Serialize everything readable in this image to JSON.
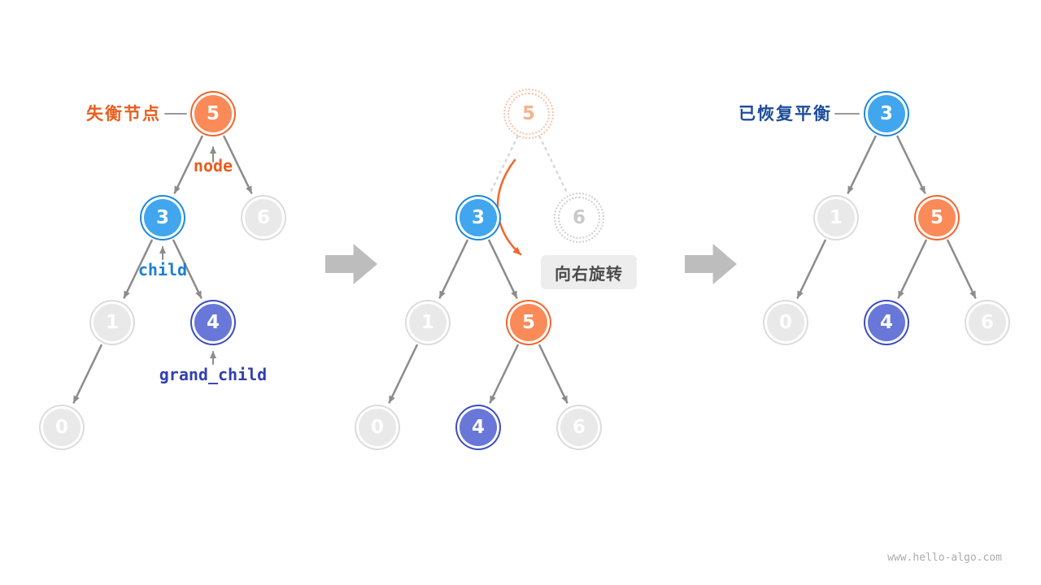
{
  "page": {
    "background": "#FFFFFF",
    "footer": "www.hello-algo.com"
  },
  "colors": {
    "orange_ring": "#F3652B",
    "orange_fill": "#FA8A58",
    "blue_ring": "#1E88DD",
    "blue_fill": "#41A6EE",
    "indigo_ring": "#3D4DC0",
    "indigo_fill": "#6877D8",
    "gray_ring": "#DCDCDC",
    "gray_fill": "#E9E9E9",
    "edge": "#8C8C8C",
    "rotation_arrow": "#F3652B",
    "unbalanced_label_color": "#E85E1E",
    "child_label_color": "#1B7FD4",
    "grand_child_label_color": "#3240AE",
    "balanced_label_color": "#1C4C9C",
    "badge_bg": "#EDEDED",
    "step_arrow": "#BDBDBD"
  },
  "annotations": {
    "unbalanced": "失衡节点",
    "node": "node",
    "child": "child",
    "grand_child": "grand_child",
    "rotate_right": "向右旋转",
    "balanced": "已恢复平衡"
  },
  "trees": {
    "before": {
      "nodes": [
        "5",
        "3",
        "6",
        "1",
        "4",
        "0"
      ]
    },
    "during": {
      "ghost_nodes": [
        "5",
        "6"
      ],
      "nodes": [
        "3",
        "1",
        "5",
        "0",
        "4",
        "6"
      ]
    },
    "after": {
      "nodes": [
        "3",
        "1",
        "5",
        "0",
        "4",
        "6"
      ]
    }
  }
}
